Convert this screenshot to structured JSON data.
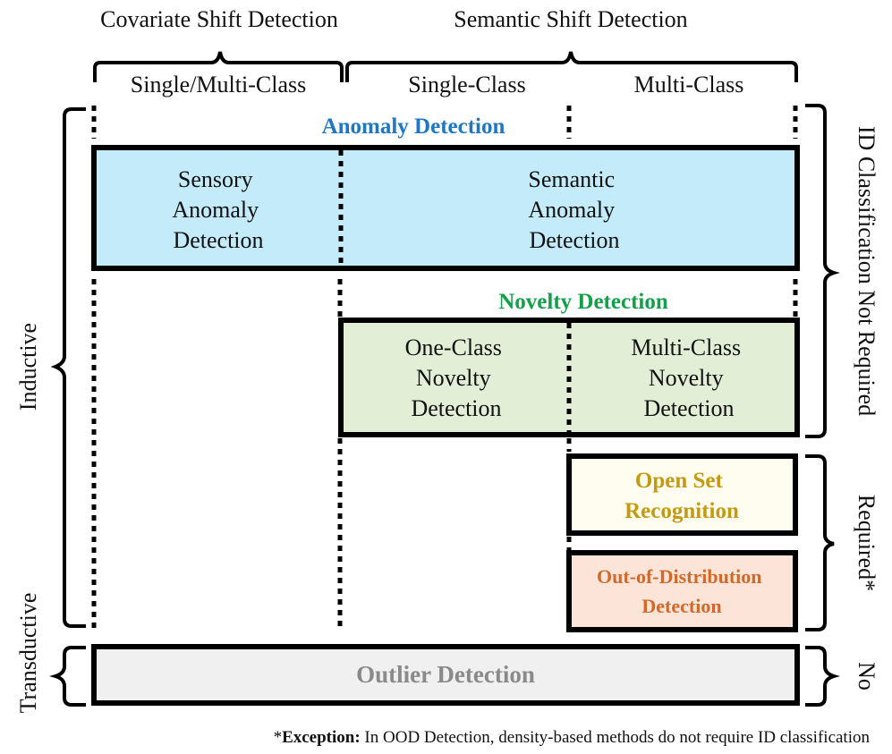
{
  "top_headers": {
    "covariate": "Covariate Shift Detection",
    "semantic": "Semantic Shift Detection"
  },
  "sub_headers": {
    "single_multi": "Single/Multi-Class",
    "single": "Single-Class",
    "multi": "Multi-Class"
  },
  "left_labels": {
    "inductive": "Inductive",
    "transductive": "Transductive"
  },
  "right_labels": {
    "not_required": "ID Classification Not Required",
    "required": "Required*",
    "no": "No"
  },
  "anomaly": {
    "title": "Anomaly Detection",
    "sensory": [
      "Sensory",
      "Anomaly",
      "Detection"
    ],
    "semantic": [
      "Semantic",
      "Anomaly",
      "Detection"
    ]
  },
  "novelty": {
    "title": "Novelty Detection",
    "one_class": [
      "One-Class",
      "Novelty",
      "Detection"
    ],
    "multi_class": [
      "Multi-Class",
      "Novelty",
      "Detection"
    ]
  },
  "osr": [
    "Open Set",
    "Recognition"
  ],
  "ood": [
    "Out-of-Distribution",
    "Detection"
  ],
  "outlier": "Outlier Detection",
  "footnote": {
    "star": "*",
    "bold": "Exception:",
    "rest": " In OOD Detection, density-based methods do not require ID classification"
  },
  "colors": {
    "anomaly_title": "#1f77c4",
    "anomaly_fill": "#c3ebfa",
    "novelty_title": "#13a04a",
    "novelty_fill": "#e2efd6",
    "osr_title": "#c49a10",
    "osr_fill": "#fefdf0",
    "ood_title": "#d2692a",
    "ood_fill": "#fce5d8",
    "outlier_title": "#8a8a8a",
    "outlier_fill": "#f0f0f0"
  }
}
